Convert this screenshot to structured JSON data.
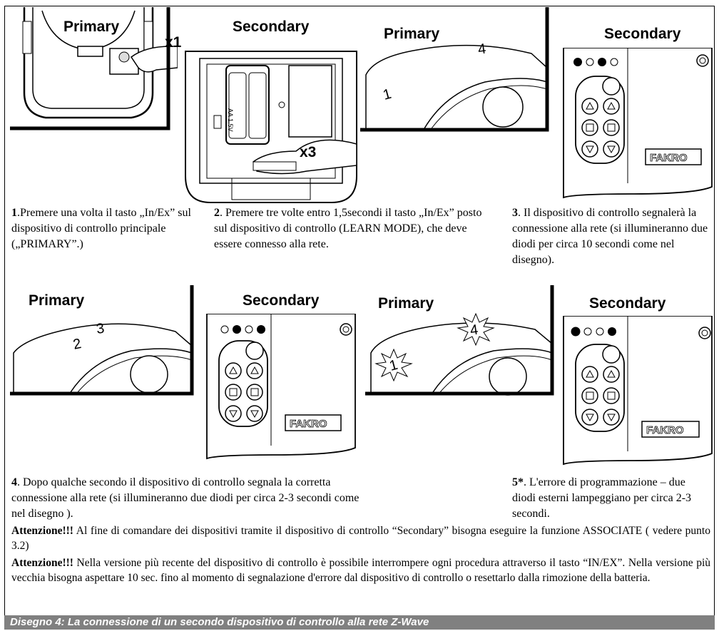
{
  "labels": {
    "primary": "Primary",
    "secondary": "Secondary",
    "x1": "x1",
    "x3": "x3",
    "brand": "FAKRO",
    "battery_text": "AA 1,5V"
  },
  "remote_numbers": {
    "row1_a": "1",
    "row1_b": "4",
    "row2_a": "2",
    "row2_b": "3",
    "row2c_a": "1",
    "row2c_b": "4"
  },
  "steps": [
    {
      "num": "1",
      "text": ".Premere una volta il tasto „In/Ex” sul dispositivo di controllo principale („PRIMARY”.)"
    },
    {
      "num": "2",
      "text": ". Premere tre volte entro 1,5secondi il tasto „In/Ex” posto sul dispositivo di controllo (LEARN MODE), che deve essere connesso alla rete."
    },
    {
      "num": "3",
      "text": ". Il dispositivo di controllo segnalerà la connessione alla rete (si illumineranno due diodi per circa 10 secondi come nel disegno)."
    },
    {
      "num": "4",
      "text": ". Dopo qualche secondo il dispositivo di controllo segnala la corretta connessione alla rete (si illumineranno due diodi per circa 2-3 secondi come nel disegno )."
    },
    {
      "num": "5*",
      "text": ". L'errore di programmazione – due diodi esterni lampeggiano per circa 2-3 secondi."
    }
  ],
  "notes": [
    {
      "prefix": "Attenzione!!!",
      "text": " Al fine di comandare dei dispositivi tramite il dispositivo di controllo “Secondary” bisogna eseguire la funzione ASSOCIATE ( vedere punto 3.2)"
    },
    {
      "prefix": "Attenzione!!!",
      "text": " Nella versione più recente del dispositivo di controllo è possibile interrompere ogni procedura attraverso il tasto “IN/EX”. Nella versione più vecchia bisogna aspettare 10 sec. fino al momento di segnalazione d'errore dal dispositivo di controllo o resettarlo dalla rimozione della batteria."
    }
  ],
  "caption": "Disegno 4: La connessione di un secondo dispositivo di controllo alla rete Z-Wave"
}
